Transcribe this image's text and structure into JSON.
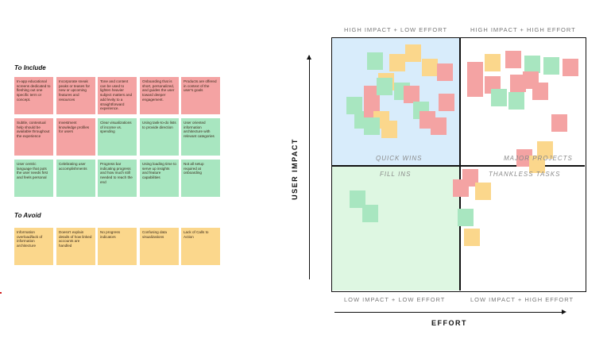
{
  "left_panel": {
    "include_title": "To Include",
    "include_notes": [
      {
        "color": "pink",
        "text": "In-app educational screens dedicated to fleshing out one specific term or concept."
      },
      {
        "color": "pink",
        "text": "Incorporate sneak peaks or teases for new or upcoming features and resources"
      },
      {
        "color": "pink",
        "text": "Tone and content can be used to lighten heavier subject matters and add levity to a straightforward experience."
      },
      {
        "color": "pink",
        "text": "Onboarding that is short, personalized, and guides the user toward deeper engagement."
      },
      {
        "color": "pink",
        "text": "Products are offered in context of the user's goals"
      },
      {
        "color": "pink",
        "text": "Subtle, contextual help should be available throughout the experience"
      },
      {
        "color": "pink",
        "text": "Investment knowledge profiles for users"
      },
      {
        "color": "green",
        "text": "Clear visualizations of income vs. spending"
      },
      {
        "color": "green",
        "text": "Using task-to-do lists to provide direction"
      },
      {
        "color": "green",
        "text": "User oriented information architecture with relevant categories"
      },
      {
        "color": "green",
        "text": "User centric language that puts the user needs first and feels personal"
      },
      {
        "color": "green",
        "text": "Celebrating user accomplishments"
      },
      {
        "color": "green",
        "text": "Progress bar indicating progress and how much still needed to reach the end"
      },
      {
        "color": "green",
        "text": "Using loading time to serve up insights and feature capabilities"
      },
      {
        "color": "green",
        "text": "Not all setup required at onboarding"
      }
    ],
    "avoid_title": "To Avoid",
    "avoid_notes": [
      {
        "color": "yellow",
        "text": "Information overload/lack of information architecture"
      },
      {
        "color": "yellow",
        "text": "Doesn't explain details of how linked accounts are handled"
      },
      {
        "color": "yellow",
        "text": "No progress indicators"
      },
      {
        "color": "yellow",
        "text": "Confusing data visualizations"
      },
      {
        "color": "yellow",
        "text": "Lack of Calls to Action"
      }
    ]
  },
  "matrix": {
    "top_left_corner": "HIGH IMPACT + LOW EFFORT",
    "top_right_corner": "HIGH IMPACT + HIGH EFFORT",
    "bottom_left_corner": "LOW IMPACT + LOW EFFORT",
    "bottom_right_corner": "LOW IMPACT + HIGH EFFORT",
    "quadrant_quick_wins": "QUICK WINS",
    "quadrant_major_projects": "MAJOR PROJECTS",
    "quadrant_fill_ins": "FILL INS",
    "quadrant_thankless_tasks": "THANKLESS TASKS",
    "y_axis": "USER IMPACT",
    "x_axis": "EFFORT"
  },
  "colors": {
    "pink": "#f4a3a3",
    "green": "#a8e6c0",
    "yellow": "#fbd78c",
    "quick_wins_bg": "#d8ecfb",
    "fill_ins_bg": "#def7e2"
  }
}
